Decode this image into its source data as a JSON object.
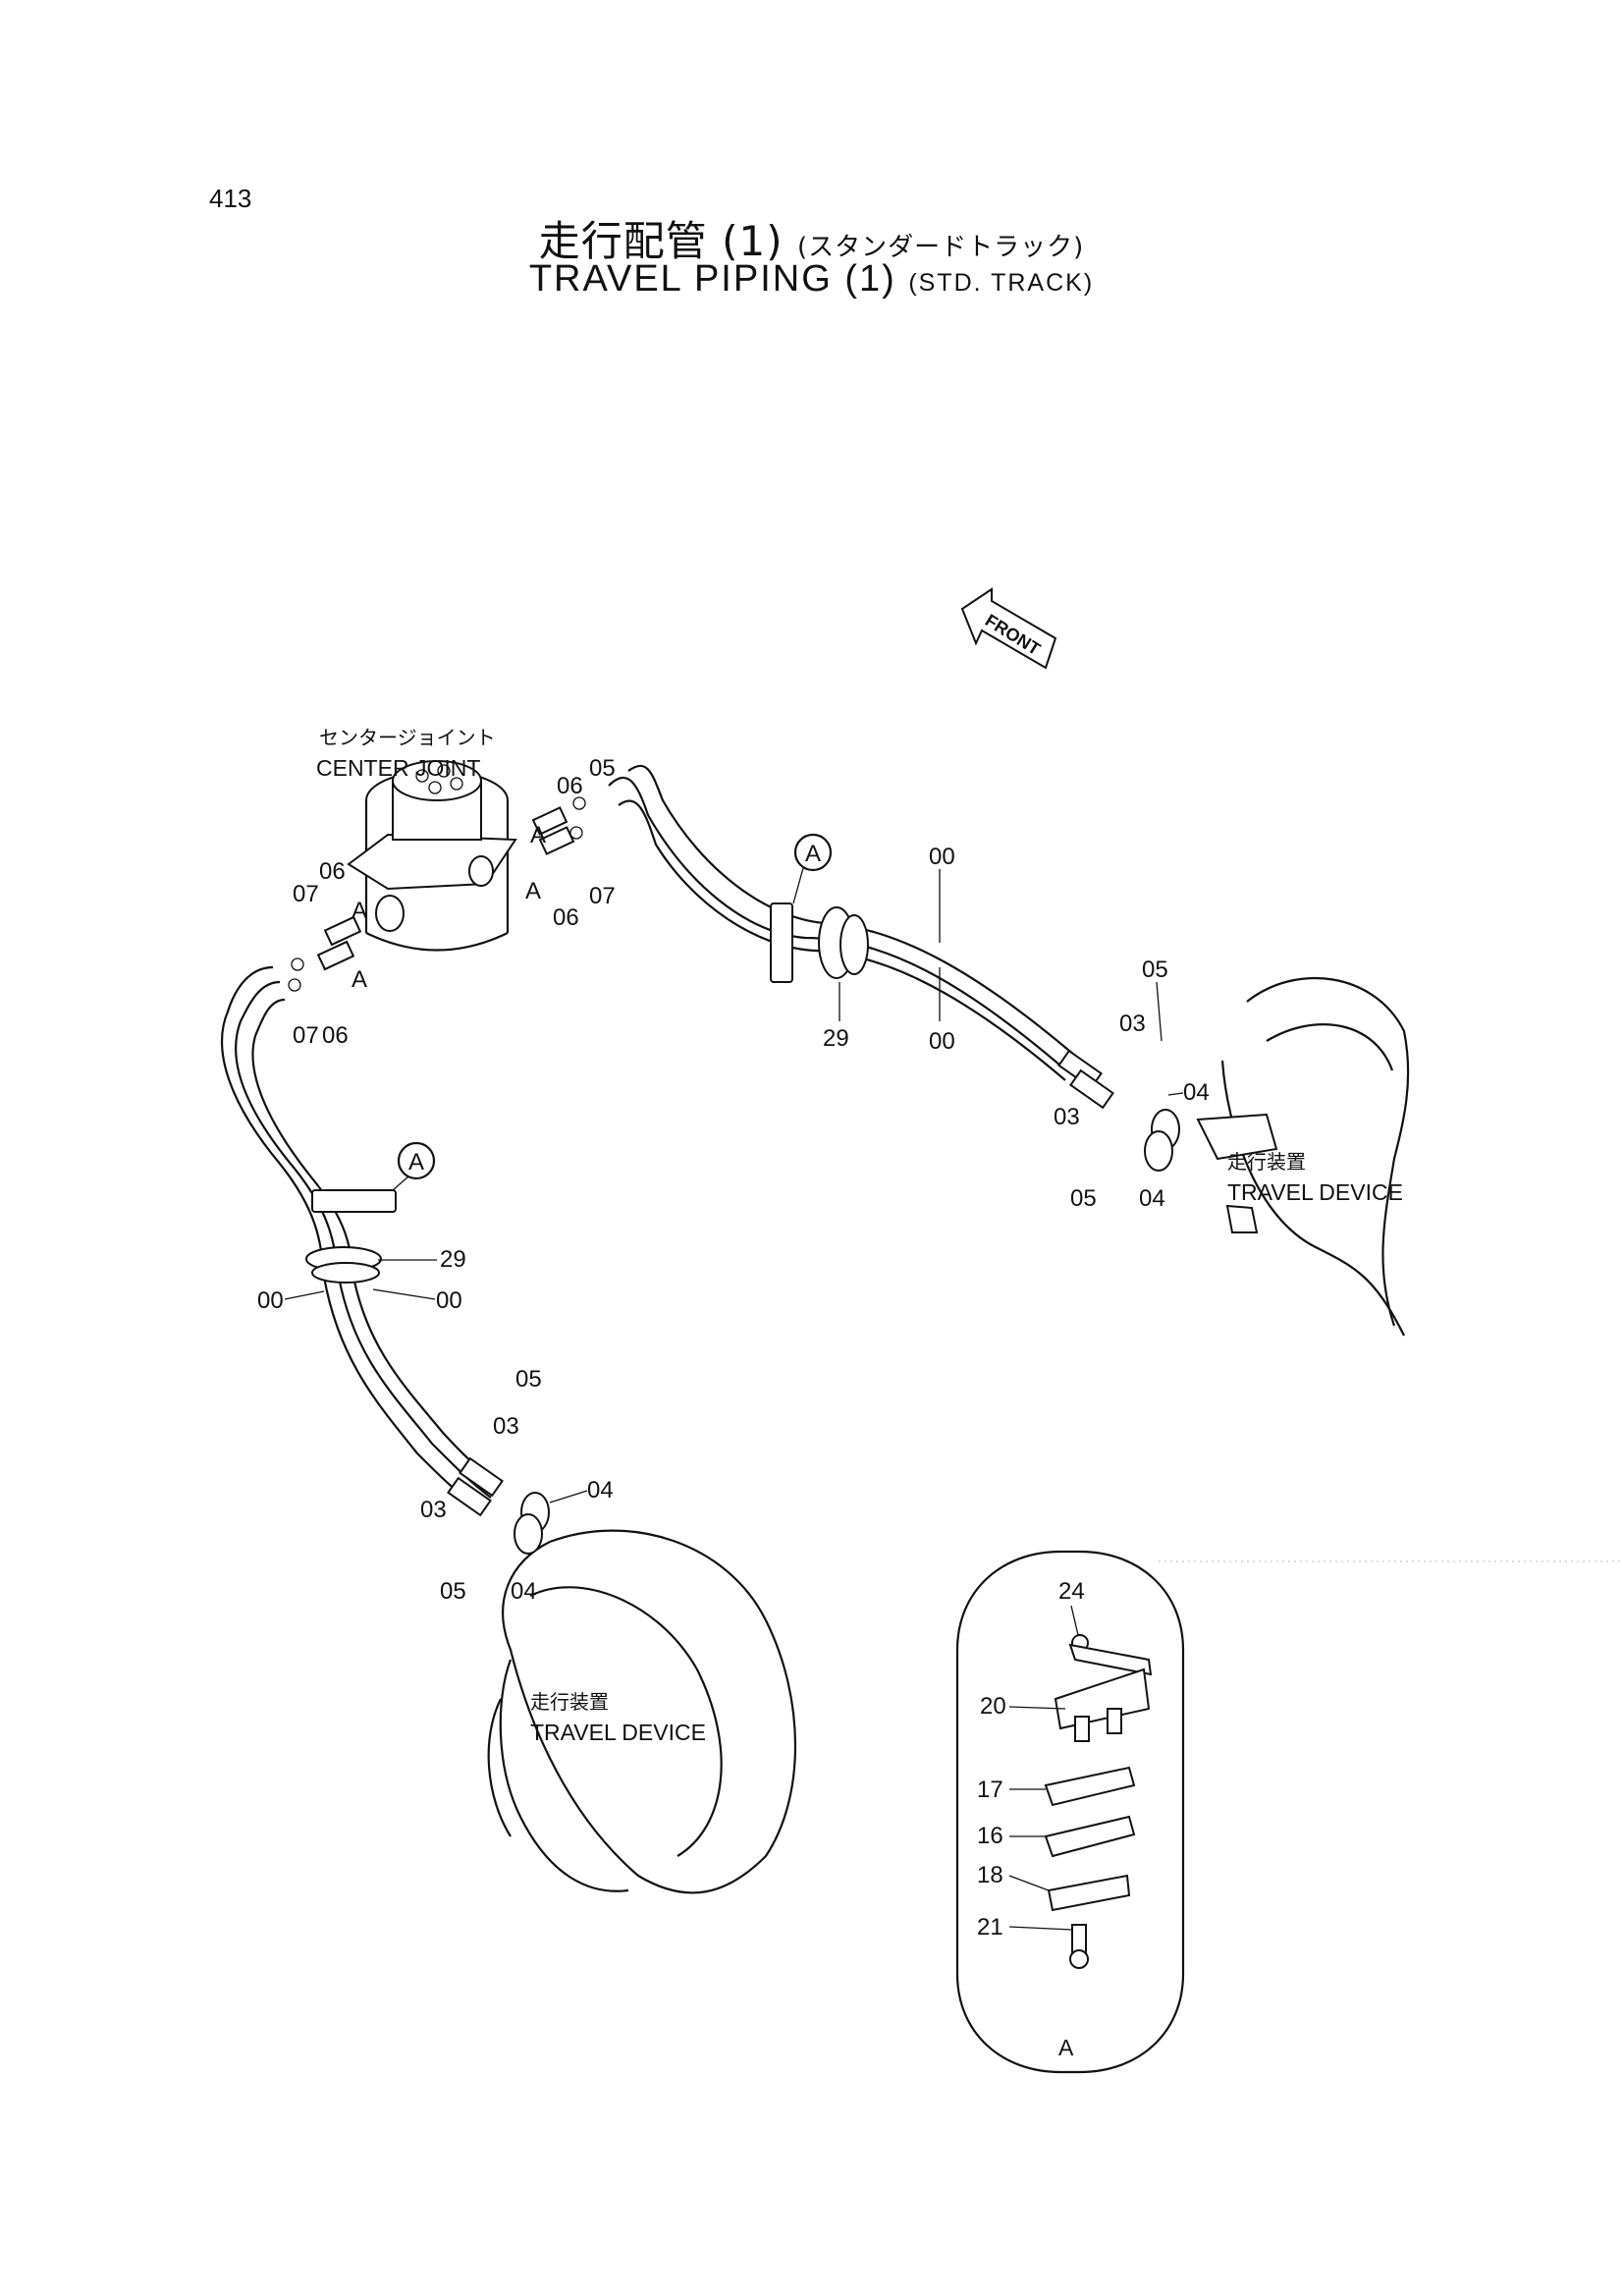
{
  "page_number": "413",
  "title": {
    "jp_main": "走行配管 (1)",
    "jp_sub": "(スタンダードトラック)",
    "en_main": "TRAVEL PIPING (1)",
    "en_sub": "(STD. TRACK)"
  },
  "front_arrow": "FRONT",
  "components": {
    "center_joint_jp": "センタージョイント",
    "center_joint_en": "CENTER JOINT",
    "travel_device_jp": "走行装置",
    "travel_device_en": "TRAVEL DEVICE"
  },
  "callout_letter": "A",
  "part_numbers": [
    "00",
    "03",
    "04",
    "05",
    "06",
    "07",
    "16",
    "17",
    "18",
    "20",
    "21",
    "24",
    "29"
  ]
}
